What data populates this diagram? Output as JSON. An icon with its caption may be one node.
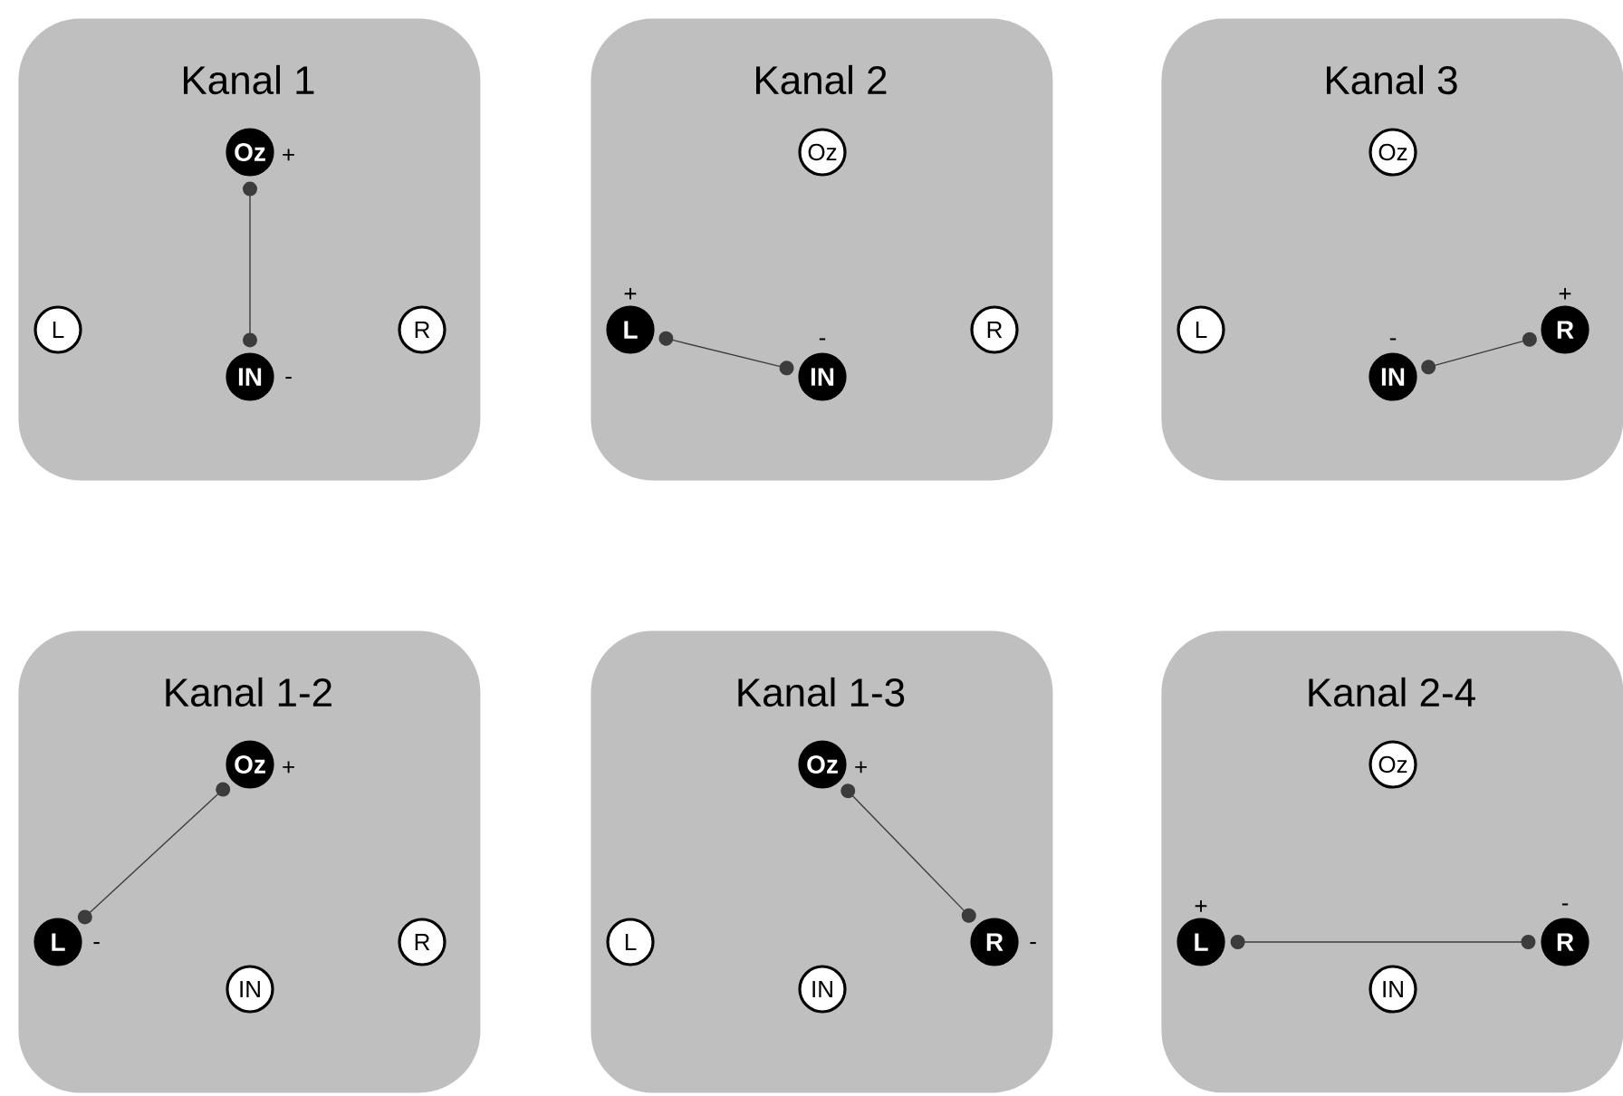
{
  "diagram": {
    "nodes": [
      {
        "text": [
          "Kanal 1"
        ]
      },
      {
        "text": [
          "Oz"
        ],
        "in": 0,
        "beside": [
          "+"
        ]
      },
      {
        "text": [
          "L"
        ],
        "in": 0
      },
      {
        "text": [
          "R"
        ],
        "in": 0
      },
      {
        "text": [
          "IN"
        ],
        "in": 0,
        "beside": [
          "-"
        ]
      },
      {
        "text": [
          "Kanal 2"
        ]
      },
      {
        "text": [
          "Oz"
        ],
        "in": 5
      },
      {
        "text": [
          "L"
        ],
        "in": 5,
        "beside": [
          "+"
        ]
      },
      {
        "text": [
          "R"
        ],
        "in": 5
      },
      {
        "text": [
          "IN"
        ],
        "in": 5,
        "beside": [
          "-"
        ]
      },
      {
        "text": [
          "Kanal 3"
        ]
      },
      {
        "text": [
          "Oz"
        ],
        "in": 10
      },
      {
        "text": [
          "L"
        ],
        "in": 10
      },
      {
        "text": [
          "R"
        ],
        "in": 10,
        "beside": [
          "+"
        ]
      },
      {
        "text": [
          "IN"
        ],
        "in": 10,
        "beside": [
          "-"
        ]
      },
      {
        "text": [
          "Kanal 1-2"
        ]
      },
      {
        "text": [
          "Oz"
        ],
        "in": 15,
        "beside": [
          "+"
        ]
      },
      {
        "text": [
          "L"
        ],
        "in": 15,
        "beside": [
          "-"
        ]
      },
      {
        "text": [
          "R"
        ],
        "in": 15
      },
      {
        "text": [
          "IN"
        ],
        "in": 15
      },
      {
        "text": [
          "Kanal 1-3"
        ]
      },
      {
        "text": [
          "Oz"
        ],
        "in": 20,
        "beside": [
          "+"
        ]
      },
      {
        "text": [
          "L"
        ],
        "in": 20
      },
      {
        "text": [
          "R"
        ],
        "in": 20,
        "beside": [
          "-"
        ]
      },
      {
        "text": [
          "IN"
        ],
        "in": 20
      },
      {
        "text": [
          "Kanal 2-4"
        ]
      },
      {
        "text": [
          "Oz"
        ],
        "in": 25
      },
      {
        "text": [
          "L"
        ],
        "in": 25,
        "beside": [
          "+"
        ]
      },
      {
        "text": [
          "R"
        ],
        "in": 25,
        "beside": [
          "-"
        ]
      },
      {
        "text": [
          "IN"
        ],
        "in": 25
      }
    ],
    "edges": [
      {
        "from": 1,
        "to": 4,
        "arrow": "other"
      },
      {
        "from": 7,
        "to": 9,
        "arrow": "other"
      },
      {
        "from": 14,
        "to": 13,
        "arrow": "other"
      },
      {
        "from": 16,
        "to": 17,
        "arrow": "other"
      },
      {
        "from": 21,
        "to": 23,
        "arrow": "other"
      },
      {
        "from": 27,
        "to": 28,
        "arrow": "other"
      }
    ]
  }
}
